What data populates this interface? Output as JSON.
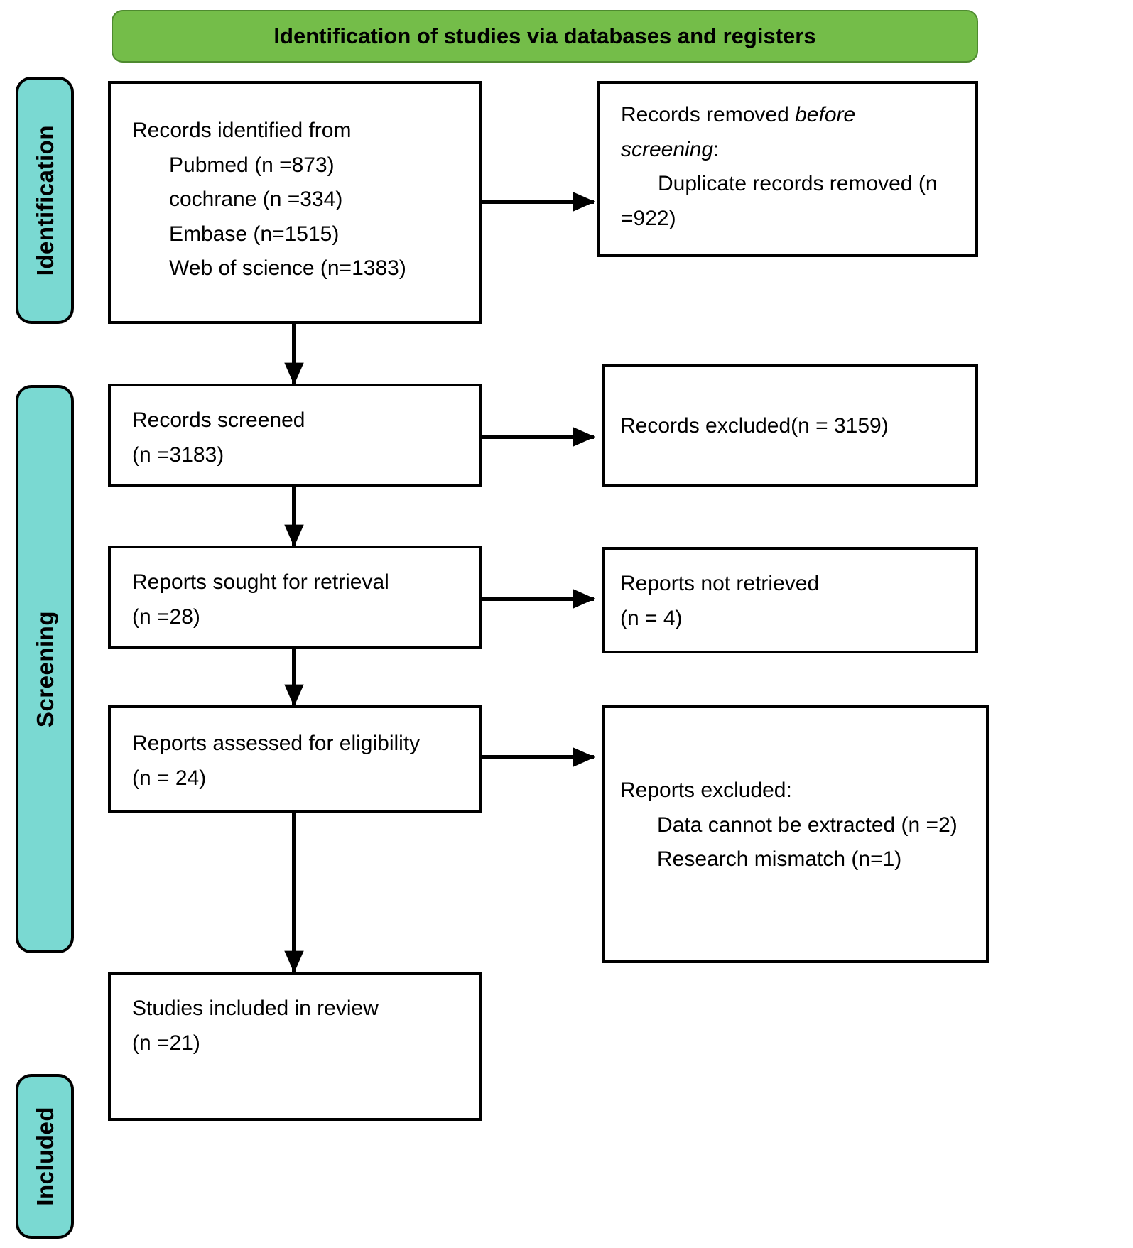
{
  "banner": {
    "title": "Identification of studies via databases and registers"
  },
  "phases": [
    {
      "id": "identification",
      "label": "Identification"
    },
    {
      "id": "screening",
      "label": "Screening"
    },
    {
      "id": "included",
      "label": "Included"
    }
  ],
  "colors": {
    "phase_pill": "#7ad9d2",
    "banner": "#74bd49",
    "border": "#000000",
    "box_fill": "#ffffff"
  },
  "boxes": {
    "records_identified": {
      "name": "records-identified-box",
      "lines": [
        {
          "text": "Records identified from",
          "indent": false
        },
        {
          "text": "Pubmed (n =873)",
          "indent": true
        },
        {
          "text": "cochrane (n =334)",
          "indent": true
        },
        {
          "text": "Embase (n=1515)",
          "indent": true
        },
        {
          "text": "Web of science (n=1383)",
          "indent": true
        }
      ]
    },
    "records_removed": {
      "name": "records-removed-box",
      "line1_a": "Records removed ",
      "line1_b": "before",
      "line2_a": "screening",
      "line2_b": ":",
      "line3": "Duplicate records removed (n",
      "line4": "=922)"
    },
    "records_screened": {
      "name": "records-screened-box",
      "lines": [
        {
          "text": "Records screened",
          "indent": false
        },
        {
          "text": "(n =3183)",
          "indent": false
        }
      ]
    },
    "records_excluded": {
      "name": "records-excluded-box",
      "lines": [
        {
          "text": "Records excluded(n = 3159)",
          "indent": false
        }
      ]
    },
    "reports_sought": {
      "name": "reports-sought-box",
      "lines": [
        {
          "text": "Reports sought for retrieval",
          "indent": false
        },
        {
          "text": "(n =28)",
          "indent": false
        }
      ]
    },
    "reports_not_retrieved": {
      "name": "reports-not-retrieved-box",
      "lines": [
        {
          "text": "Reports not retrieved",
          "indent": false
        },
        {
          "text": "(n = 4)",
          "indent": false
        }
      ]
    },
    "reports_assessed": {
      "name": "reports-assessed-box",
      "lines": [
        {
          "text": "Reports assessed for eligibility",
          "indent": false
        },
        {
          "text": "(n = 24)",
          "indent": false
        }
      ]
    },
    "reports_excluded": {
      "name": "reports-excluded-box",
      "lines": [
        {
          "text": "Reports excluded:",
          "indent": false
        },
        {
          "text": "Data cannot be extracted (n =2)",
          "indent": true
        },
        {
          "text": "Research mismatch (n=1)",
          "indent": true
        }
      ]
    },
    "studies_included": {
      "name": "studies-included-box",
      "lines": [
        {
          "text": "Studies included in review",
          "indent": false
        },
        {
          "text": "(n =21)",
          "indent": false
        }
      ]
    }
  },
  "chart_data": {
    "type": "diagram",
    "title": "Identification of studies via databases and registers",
    "diagram_kind": "PRISMA flow diagram",
    "stages": [
      {
        "stage": "Identification",
        "nodes": [
          {
            "label": "Records identified from",
            "sources": [
              {
                "name": "Pubmed",
                "n": 873
              },
              {
                "name": "cochrane",
                "n": 334
              },
              {
                "name": "Embase",
                "n": 1515
              },
              {
                "name": "Web of science",
                "n": 1383
              }
            ]
          },
          {
            "label": "Records removed before screening:",
            "items": [
              {
                "name": "Duplicate records removed",
                "n": 922
              }
            ]
          }
        ]
      },
      {
        "stage": "Screening",
        "nodes": [
          {
            "label": "Records screened",
            "n": 3183
          },
          {
            "label": "Records excluded",
            "n": 3159
          },
          {
            "label": "Reports sought for retrieval",
            "n": 28
          },
          {
            "label": "Reports not retrieved",
            "n": 4
          },
          {
            "label": "Reports assessed for eligibility",
            "n": 24
          },
          {
            "label": "Reports excluded:",
            "items": [
              {
                "name": "Data cannot be extracted",
                "n": 2
              },
              {
                "name": "Research mismatch",
                "n": 1
              }
            ]
          }
        ]
      },
      {
        "stage": "Included",
        "nodes": [
          {
            "label": "Studies included in review",
            "n": 21
          }
        ]
      }
    ],
    "edges": [
      {
        "from": "Records identified from",
        "to": "Records removed before screening:"
      },
      {
        "from": "Records identified from",
        "to": "Records screened"
      },
      {
        "from": "Records screened",
        "to": "Records excluded"
      },
      {
        "from": "Records screened",
        "to": "Reports sought for retrieval"
      },
      {
        "from": "Reports sought for retrieval",
        "to": "Reports not retrieved"
      },
      {
        "from": "Reports sought for retrieval",
        "to": "Reports assessed for eligibility"
      },
      {
        "from": "Reports assessed for eligibility",
        "to": "Reports excluded:"
      },
      {
        "from": "Reports assessed for eligibility",
        "to": "Studies included in review"
      }
    ]
  }
}
